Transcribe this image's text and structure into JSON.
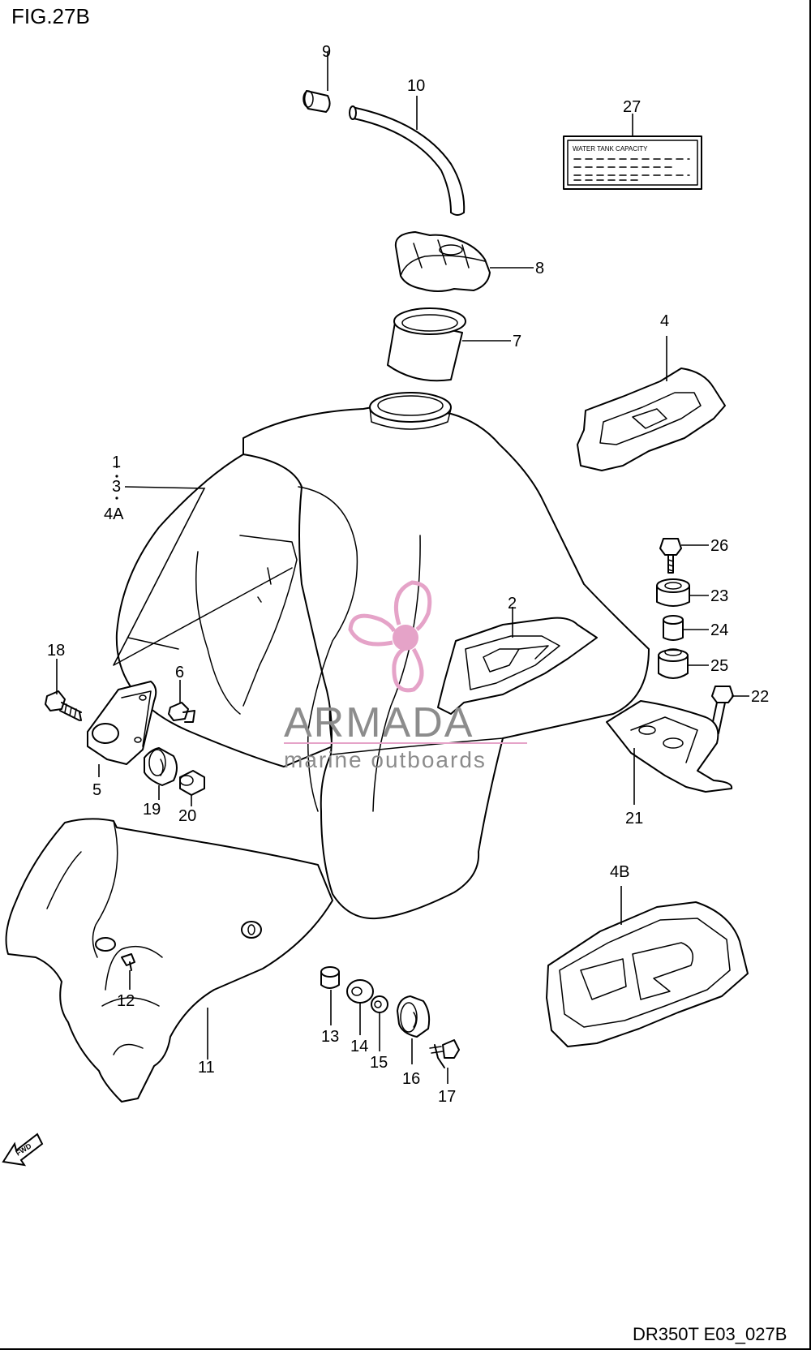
{
  "figure_title": "FIG.27B",
  "drawing_code": "DR350T E03_027B",
  "fwd_label": "FWD",
  "decal_text": "WATER TANK CAPACITY",
  "watermark": {
    "brand": "ARMADA",
    "tagline": "marine outboards",
    "colors": {
      "logo": "#e5a3c8",
      "text": "#8c8c8c"
    }
  },
  "callouts": {
    "c1": "1",
    "c3": "3",
    "c4a": "4A",
    "c2": "2",
    "c4": "4",
    "c4b": "4B",
    "c5": "5",
    "c6": "6",
    "c7": "7",
    "c8": "8",
    "c9": "9",
    "c10": "10",
    "c11": "11",
    "c12": "12",
    "c13": "13",
    "c14": "14",
    "c15": "15",
    "c16": "16",
    "c17": "17",
    "c18": "18",
    "c19": "19",
    "c20": "20",
    "c21": "21",
    "c22": "22",
    "c23": "23",
    "c24": "24",
    "c25": "25",
    "c26": "26",
    "c27": "27"
  }
}
